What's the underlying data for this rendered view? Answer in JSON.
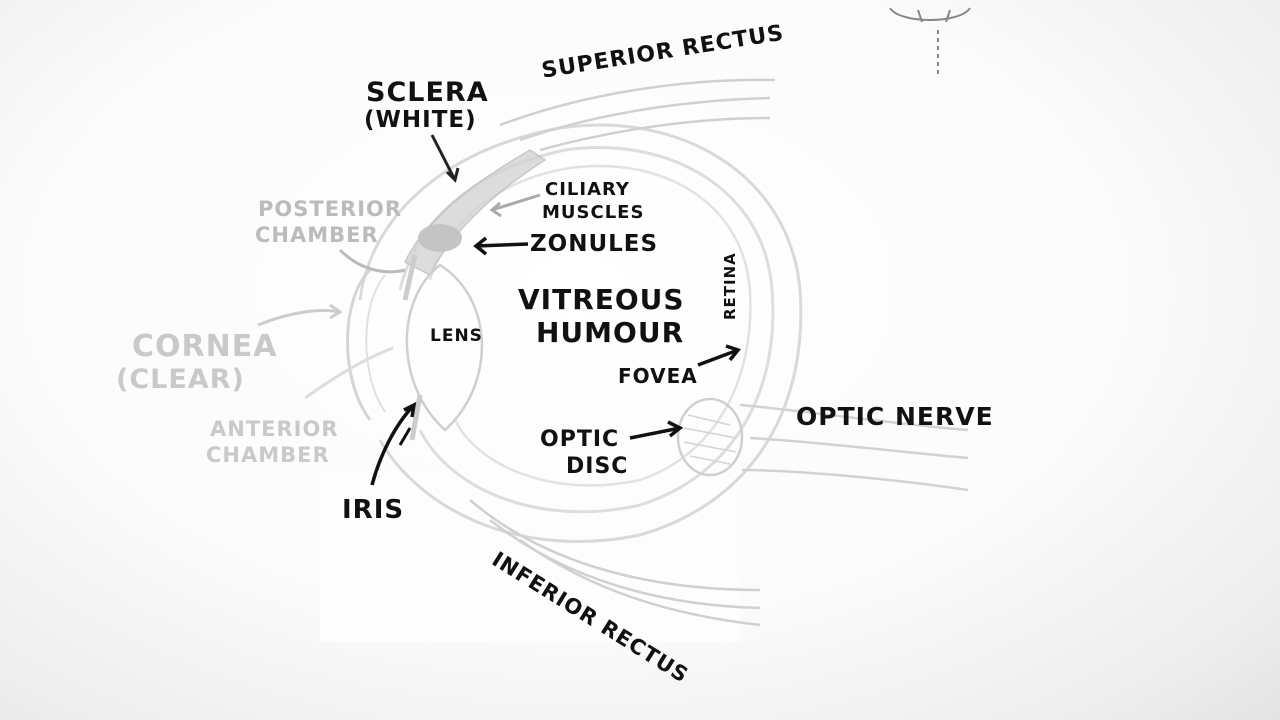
{
  "labels": {
    "superior_rectus": "SUPERIOR RECTUS",
    "sclera": "SCLERA",
    "sclera_note": "(WHITE)",
    "ciliary_line1": "CILIARY",
    "ciliary_line2": "MUSCLES",
    "zonules": "ZONULES",
    "posterior_line1": "POSTERIOR",
    "posterior_line2": "CHAMBER",
    "vitreous_line1": "VITREOUS",
    "vitreous_line2": "HUMOUR",
    "retina": "RETINA",
    "lens": "LENS",
    "cornea": "CORNEA",
    "cornea_note": "(CLEAR)",
    "fovea": "FOVEA",
    "anterior_line1": "ANTERIOR",
    "anterior_line2": "CHAMBER",
    "optic_disc_line1": "OPTIC",
    "optic_disc_line2": "DISC",
    "optic_nerve": "OPTIC NERVE",
    "iris": "IRIS",
    "inferior_rectus": "INFERIOR RECTUS"
  },
  "colors": {
    "ink": "#111111",
    "faint_ink": "#c9c9c9",
    "outline": "#d8d8d8"
  }
}
